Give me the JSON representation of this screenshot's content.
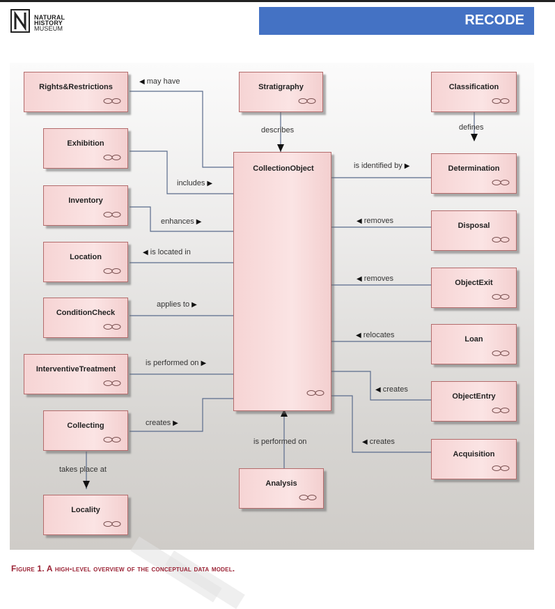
{
  "header": {
    "logo": {
      "line1": "NATURAL",
      "line2": "HISTORY",
      "line3": "MUSEUM"
    },
    "banner": "RECODE"
  },
  "diagram": {
    "entities": {
      "rights": "Rights&Restrictions",
      "stratigraphy": "Stratigraphy",
      "classification": "Classification",
      "exhibition": "Exhibition",
      "collectionobject": "CollectionObject",
      "determination": "Determination",
      "inventory": "Inventory",
      "disposal": "Disposal",
      "location": "Location",
      "objectexit": "ObjectExit",
      "conditioncheck": "ConditionCheck",
      "loan": "Loan",
      "interventive": "InterventiveTreatment",
      "objectentry": "ObjectEntry",
      "collecting": "Collecting",
      "acquisition": "Acquisition",
      "analysis": "Analysis",
      "locality": "Locality"
    },
    "relations": {
      "may_have": "may have",
      "describes": "describes",
      "defines": "defines",
      "includes": "includes",
      "is_identified_by": "is identified by",
      "enhances": "enhances",
      "removes_1": "removes",
      "is_located_in": "is located in",
      "removes_2": "removes",
      "applies_to": "applies to",
      "relocates": "relocates",
      "is_performed_on_1": "is performed on",
      "creates_1": "creates",
      "creates_2": "creates",
      "creates_3": "creates",
      "is_performed_on_2": "is performed on",
      "takes_place_at": "takes place at"
    },
    "colors": {
      "box_fill": "#f9dcdc",
      "box_border": "#b36b6b",
      "connector": "#5a6b8c"
    },
    "icons": {
      "association": "link-icon",
      "arrow": "triangle-arrow"
    }
  },
  "caption": "Figure 1. A high-level overview of the conceptual data model."
}
